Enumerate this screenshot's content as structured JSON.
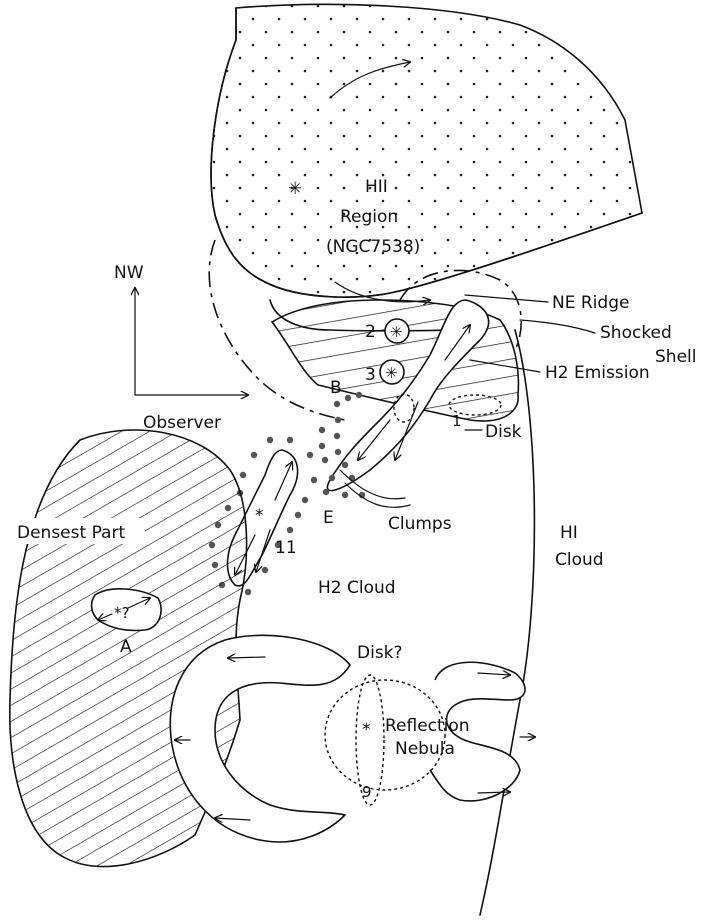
{
  "labels": {
    "hii_line1": "HII",
    "hii_line2": "Region",
    "hii_line3": "(NGC7538)",
    "ne_ridge": "NE Ridge",
    "shocked_line1": "Shocked",
    "shocked_line2": "Shell",
    "h2_emission": "H2 Emission",
    "nw": "NW",
    "observer": "Observer",
    "densest_part": "Densest Part",
    "source_a": "A",
    "source_a_mark": "*?",
    "source_b": "B",
    "source_e": "E",
    "source_1": "1",
    "source_2": "2",
    "source_3": "3",
    "source_11": "11",
    "source_9": "9",
    "disk": "Disk",
    "clumps": "Clumps",
    "h2_cloud": "H2 Cloud",
    "hi_line1": "HI",
    "hi_line2": "Cloud",
    "disk_q": "Disk?",
    "reflection_line1": "Reflection",
    "reflection_line2": "Nebula"
  },
  "colors": {
    "ink": "#111111",
    "paper": "#ffffff",
    "clump_dot": "#555555"
  }
}
